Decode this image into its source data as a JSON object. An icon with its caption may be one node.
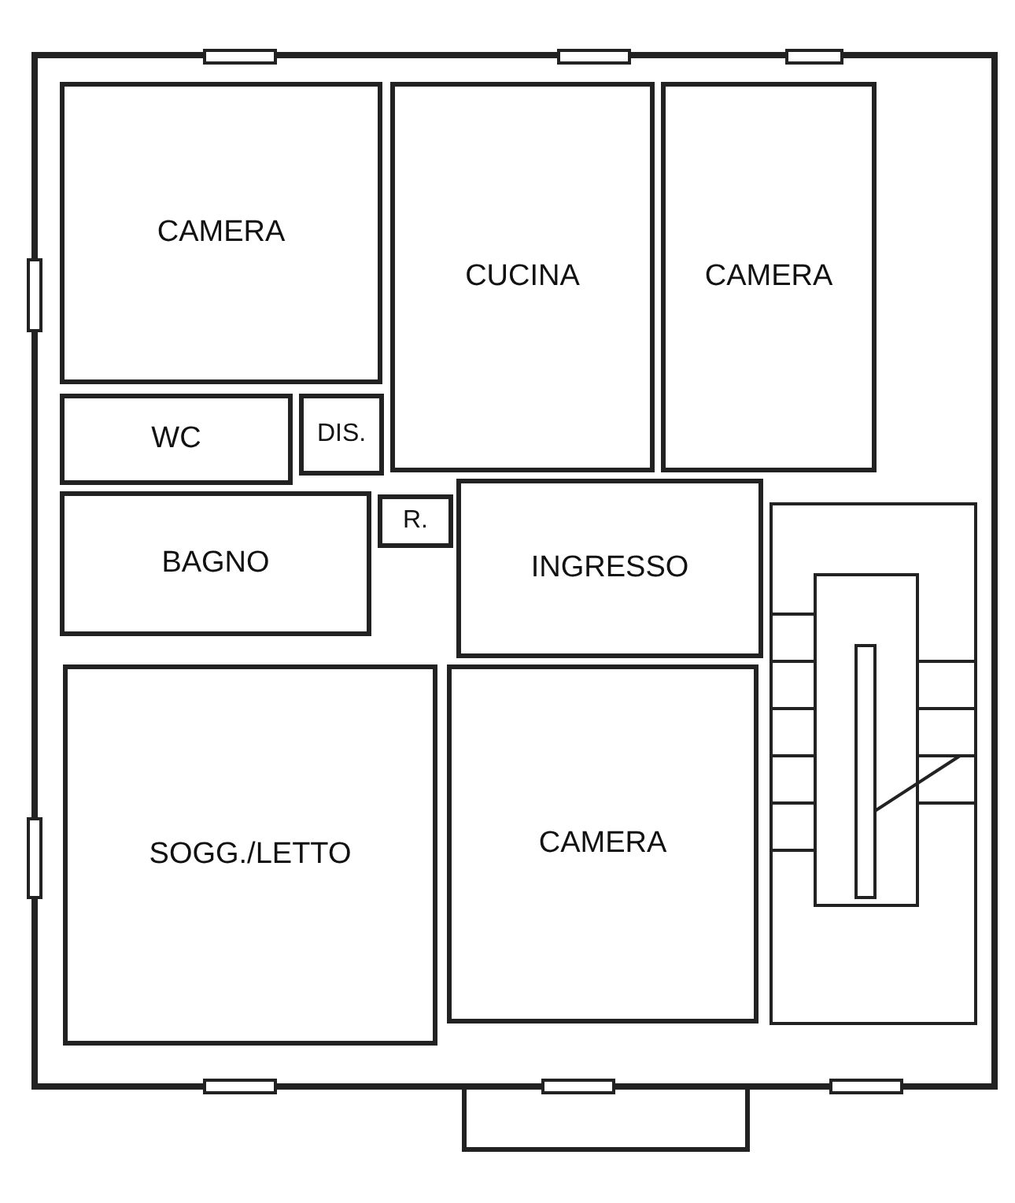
{
  "diagram": {
    "nodes": [
      {
        "text": [
          "CAMERA"
        ]
      },
      {
        "text": [
          "CUCINA"
        ]
      },
      {
        "text": [
          "CAMERA"
        ]
      },
      {
        "text": [
          "WC"
        ]
      },
      {
        "text": [
          "DIS."
        ]
      },
      {
        "text": [
          "R."
        ]
      },
      {
        "text": [
          "BAGNO"
        ]
      },
      {
        "text": [
          "INGRESSO"
        ]
      },
      {
        "text": [
          "SOGG./LETTO"
        ]
      },
      {
        "text": [
          "CAMERA"
        ]
      }
    ]
  }
}
